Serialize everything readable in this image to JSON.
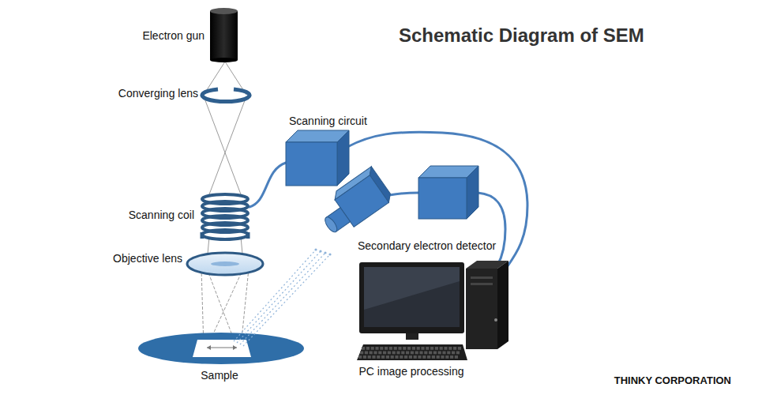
{
  "diagram": {
    "title": "Schematic Diagram of SEM",
    "labels": [
      "Electron gun",
      "Converging lens",
      "Scanning circuit",
      "Scanning coil",
      "Secondary electron detector",
      "Objective lens",
      "Sample",
      "PC image processing",
      "THINKY CORPORATION"
    ]
  }
}
